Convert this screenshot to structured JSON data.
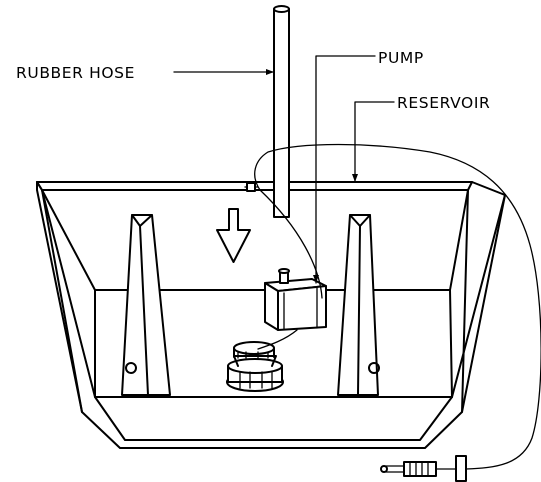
{
  "labels": {
    "rubber_hose": "RUBBER HOSE",
    "pump": "PUMP",
    "reservoir": "RESERVOIR"
  },
  "colors": {
    "line": "#000000",
    "background": "#ffffff"
  },
  "icons": {
    "flow_arrow": "down-arrow-icon",
    "plug": "electrical-plug-icon"
  }
}
